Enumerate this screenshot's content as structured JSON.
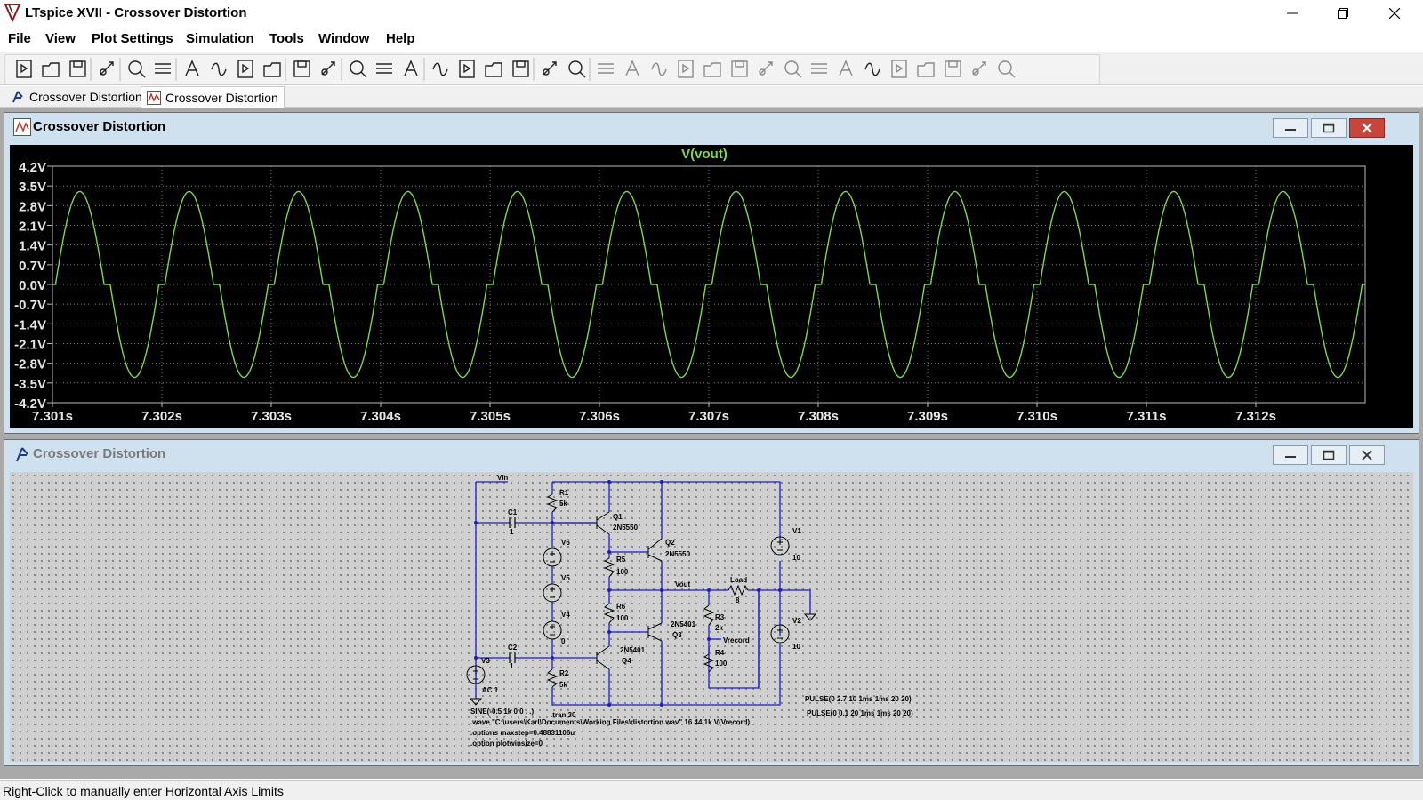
{
  "window": {
    "title": "LTspice XVII - Crossover Distortion"
  },
  "menu": [
    "File",
    "View",
    "Plot Settings",
    "Simulation",
    "Tools",
    "Window",
    "Help"
  ],
  "tabs": [
    {
      "label": "Crossover Distortion",
      "kind": "schematic",
      "active": false
    },
    {
      "label": "Crossover Distortion",
      "kind": "waveform",
      "active": true
    }
  ],
  "toolbar_icons": [
    "new-schematic",
    "open",
    "save",
    "control-panel",
    "run",
    "halt",
    "zoom-in",
    "zoom-pan",
    "zoom-out",
    "zoom-fit",
    "autorange",
    "mark-unused",
    "tile-horizontal",
    "cascade",
    "tile-vertical",
    "cut",
    "copy",
    "paste",
    "find",
    "print",
    "print-preview",
    "draw-wire",
    "ground",
    "label-net",
    "resistor",
    "capacitor",
    "inductor",
    "diode",
    "component",
    "move",
    "drag",
    "undo",
    "redo",
    "rotate",
    "mirror",
    "text",
    "spice-directive"
  ],
  "waveform_window": {
    "title": "Crossover Distortion",
    "trace_color": "#7fd84f",
    "chart_data": {
      "type": "line",
      "title": "V(vout)",
      "series": [
        {
          "name": "V(vout)",
          "color": "#7fd84f",
          "amplitude": 3.3,
          "period_s": 0.001,
          "deadband": 0.7,
          "x_start": 7.301,
          "x_end": 7.313
        }
      ],
      "xlim": [
        7.301,
        7.313
      ],
      "ylim": [
        -4.2,
        4.2
      ],
      "x_ticks": [
        "7.301s",
        "7.302s",
        "7.303s",
        "7.304s",
        "7.305s",
        "7.306s",
        "7.307s",
        "7.308s",
        "7.309s",
        "7.310s",
        "7.311s",
        "7.312s"
      ],
      "y_ticks": [
        "4.2V",
        "3.5V",
        "2.8V",
        "2.1V",
        "1.4V",
        "0.7V",
        "0.0V",
        "-0.7V",
        "-1.4V",
        "-2.1V",
        "-2.8V",
        "-3.5V",
        "-4.2V"
      ],
      "grid": true
    }
  },
  "schematic_window": {
    "title": "Crossover Distortion",
    "labels": {
      "vin": "Vin",
      "vout": "Vout",
      "vrecord": "Vrecord",
      "r1": "R1",
      "r1v": "5k",
      "r2": "R2",
      "r2v": "5k",
      "r3": "R3",
      "r3v": "2k",
      "r4": "R4",
      "r4v": "100",
      "r5": "R5",
      "r5v": "100",
      "r6": "R6",
      "r6v": "100",
      "c1": "C1",
      "c1v": "1",
      "c2": "C2",
      "c2v": "1",
      "q1": "Q1",
      "q1m": "2N5550",
      "q2": "Q2",
      "q2m": "2N5550",
      "q3": "Q3",
      "q3m": "2N5401",
      "q4": "Q4",
      "q4m": "2N5401",
      "v1": "V1",
      "v1v": "10",
      "v2": "V2",
      "v2v": "10",
      "v3": "V3",
      "v3v": "AC 1",
      "v4": "V4",
      "v4v": "0",
      "v5": "V5",
      "v6": "V6",
      "load": "Load",
      "loadv": "8"
    },
    "directives": {
      "sine": "SINE(-0.5 1k 0 0 . .)",
      "tran": ".tran 30",
      "wave": ".wave \"C:\\users\\Karl\\Documents\\Working Files\\distortion.wav\" 16 44.1k V(Vrecord)",
      "maxstep": ".options maxstep=0.48831106u",
      "plotwinsize": ".option plotwinsize=0",
      "pulse1": "PULSE(0 2.7 10 1ms 1ms 20 20)",
      "pulse2": "PULSE(0 0.1 20 1ms 1ms 20 20)"
    }
  },
  "status": "Right-Click to manually enter Horizontal Axis Limits"
}
